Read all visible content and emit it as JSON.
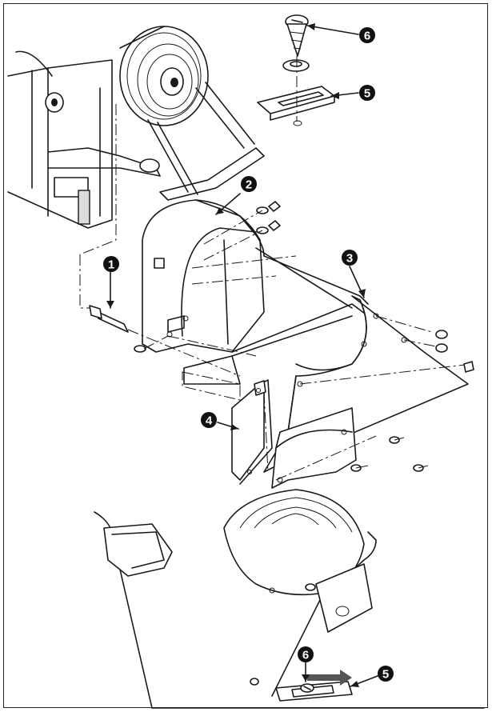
{
  "callouts": [
    {
      "id": "c6-top",
      "label": "6"
    },
    {
      "id": "c5-top",
      "label": "5"
    },
    {
      "id": "c2",
      "label": "2"
    },
    {
      "id": "c1",
      "label": "1"
    },
    {
      "id": "c3",
      "label": "3"
    },
    {
      "id": "c4",
      "label": "4"
    },
    {
      "id": "c6-bottom",
      "label": "6"
    },
    {
      "id": "c5-bottom",
      "label": "5"
    }
  ],
  "colors": {
    "line": "#1a1a1a",
    "arrow": "#555555",
    "callout_bg": "#111111"
  }
}
